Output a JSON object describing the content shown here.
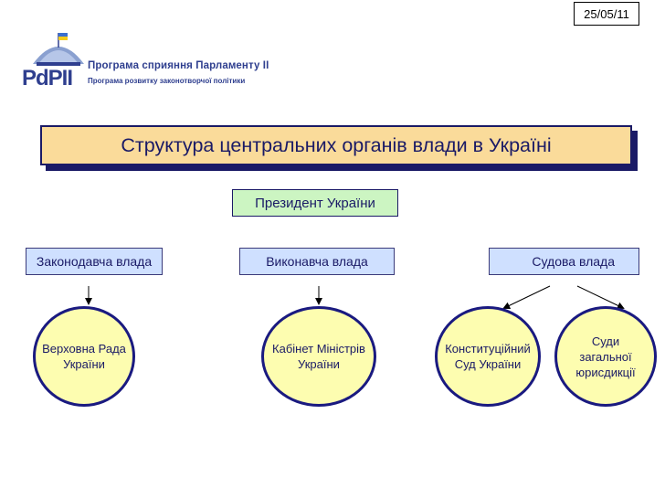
{
  "header": {
    "date": "25/05/11"
  },
  "logo": {
    "mark_text": "PdPII",
    "program_title": "Програма сприяння Парламенту II",
    "program_subtitle": "Програма розвитку законотворчої політики"
  },
  "diagram": {
    "title": "Структура центральних органів влади в Україні",
    "president": "Президент України",
    "branches": {
      "legislative": "Законодавча влада",
      "executive": "Виконавча влада",
      "judicial": "Судова влада"
    },
    "bodies": {
      "rada": [
        "Верховна Рада",
        "України"
      ],
      "cabinet": [
        "Кабінет Міністрів",
        "України"
      ],
      "constitutional_court": [
        "Конституційний",
        "Суд України"
      ],
      "general_courts": [
        "Суди",
        "загальної",
        "юрисдикції"
      ]
    }
  }
}
